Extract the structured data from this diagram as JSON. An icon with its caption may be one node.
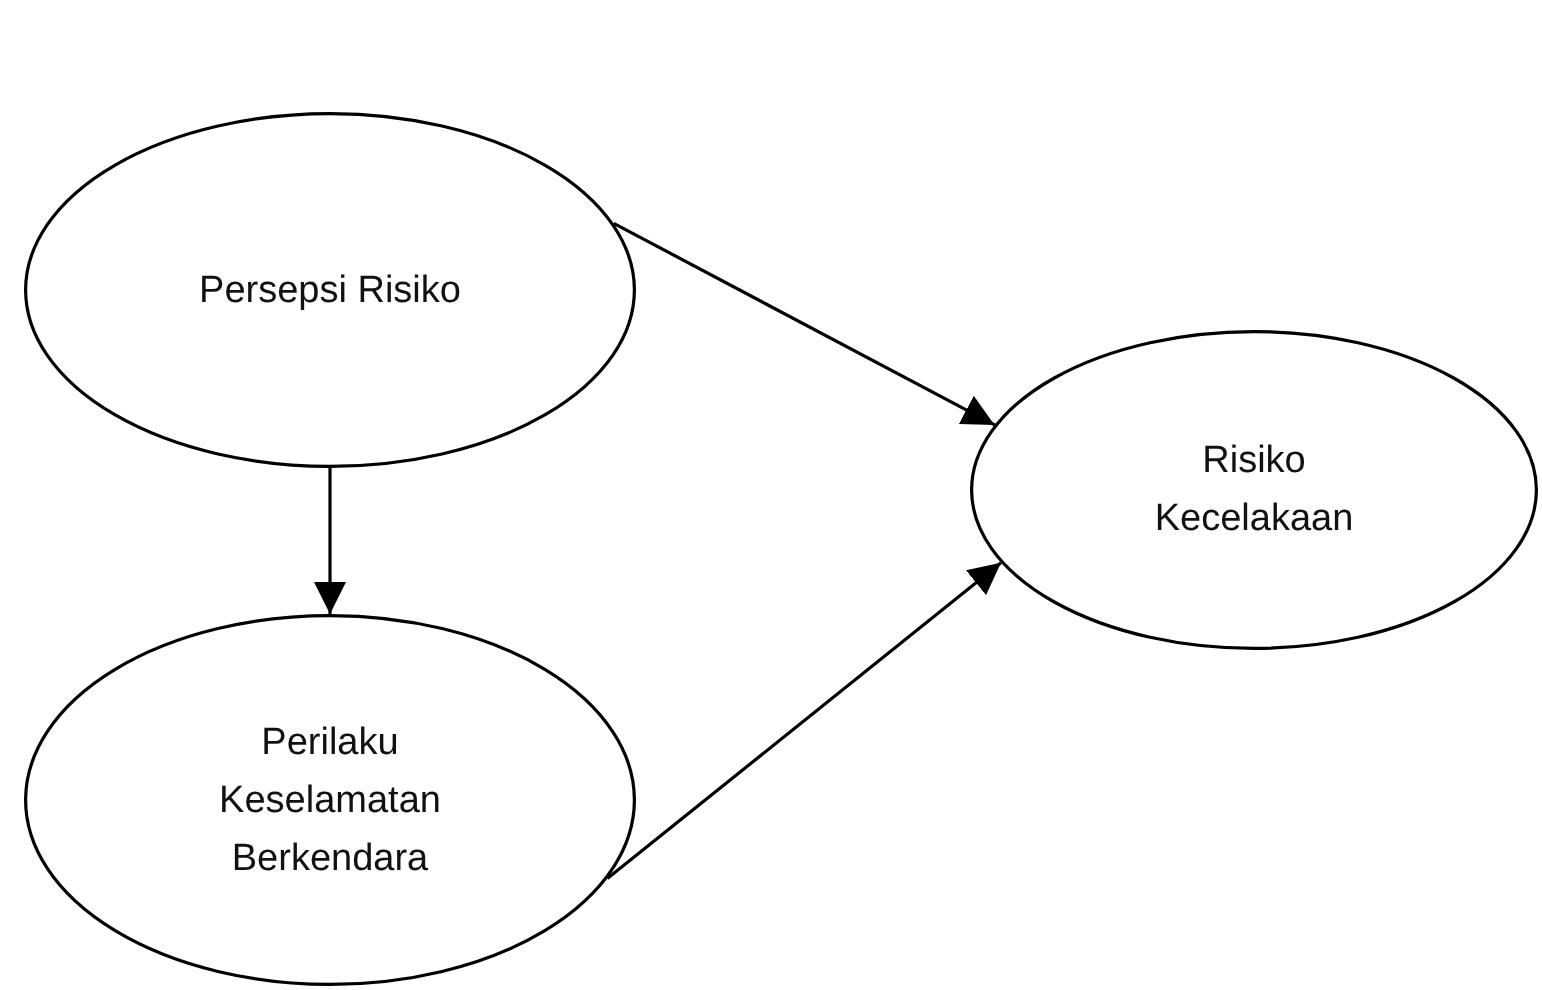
{
  "diagram": {
    "nodes": [
      {
        "text": [
          "Persepsi Risiko"
        ]
      },
      {
        "text": [
          "Perilaku Keselamatan Berkendara"
        ]
      },
      {
        "text": [
          "Risiko Kecelakaan"
        ]
      }
    ],
    "edges": [
      {
        "from": 0,
        "to": 2,
        "arrow": "to"
      },
      {
        "from": 0,
        "to": 1,
        "arrow": "to"
      },
      {
        "from": 1,
        "to": 2,
        "arrow": "to"
      }
    ]
  }
}
